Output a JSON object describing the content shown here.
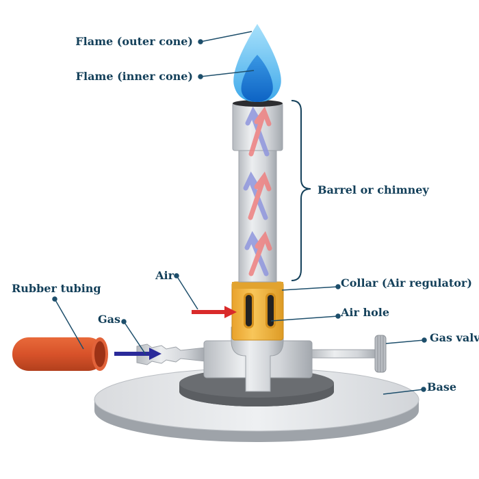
{
  "labels": {
    "flame_outer": "Flame (outer cone)",
    "flame_inner": "Flame (inner cone)",
    "barrel": "Barrel or chimney",
    "air": "Air",
    "collar": "Collar (Air regulator)",
    "rubber_tubing": "Rubber tubing",
    "air_hole": "Air hole",
    "gas": "Gas",
    "gas_valve": "Gas valve",
    "base": "Base"
  },
  "colors": {
    "label_text": "#14405a",
    "leader_line": "#1d4e6b",
    "metal_light": "#e4e6e9",
    "metal_mid": "#c3c6cb",
    "metal_dark": "#8f949a",
    "base_dark": "#55585c",
    "collar": "#f0b43a",
    "collar_dark": "#d4901c",
    "air_hole": "#222222",
    "tubing": "#d8522a",
    "tubing_dark": "#a53518",
    "air_arrow": "#d92a2a",
    "gas_arrow": "#2a2a9a",
    "flame_outer": "#58c3f3",
    "flame_inner": "#1a7fd6",
    "flow_red": "#ee8080",
    "flow_blue": "#8f96dd"
  }
}
